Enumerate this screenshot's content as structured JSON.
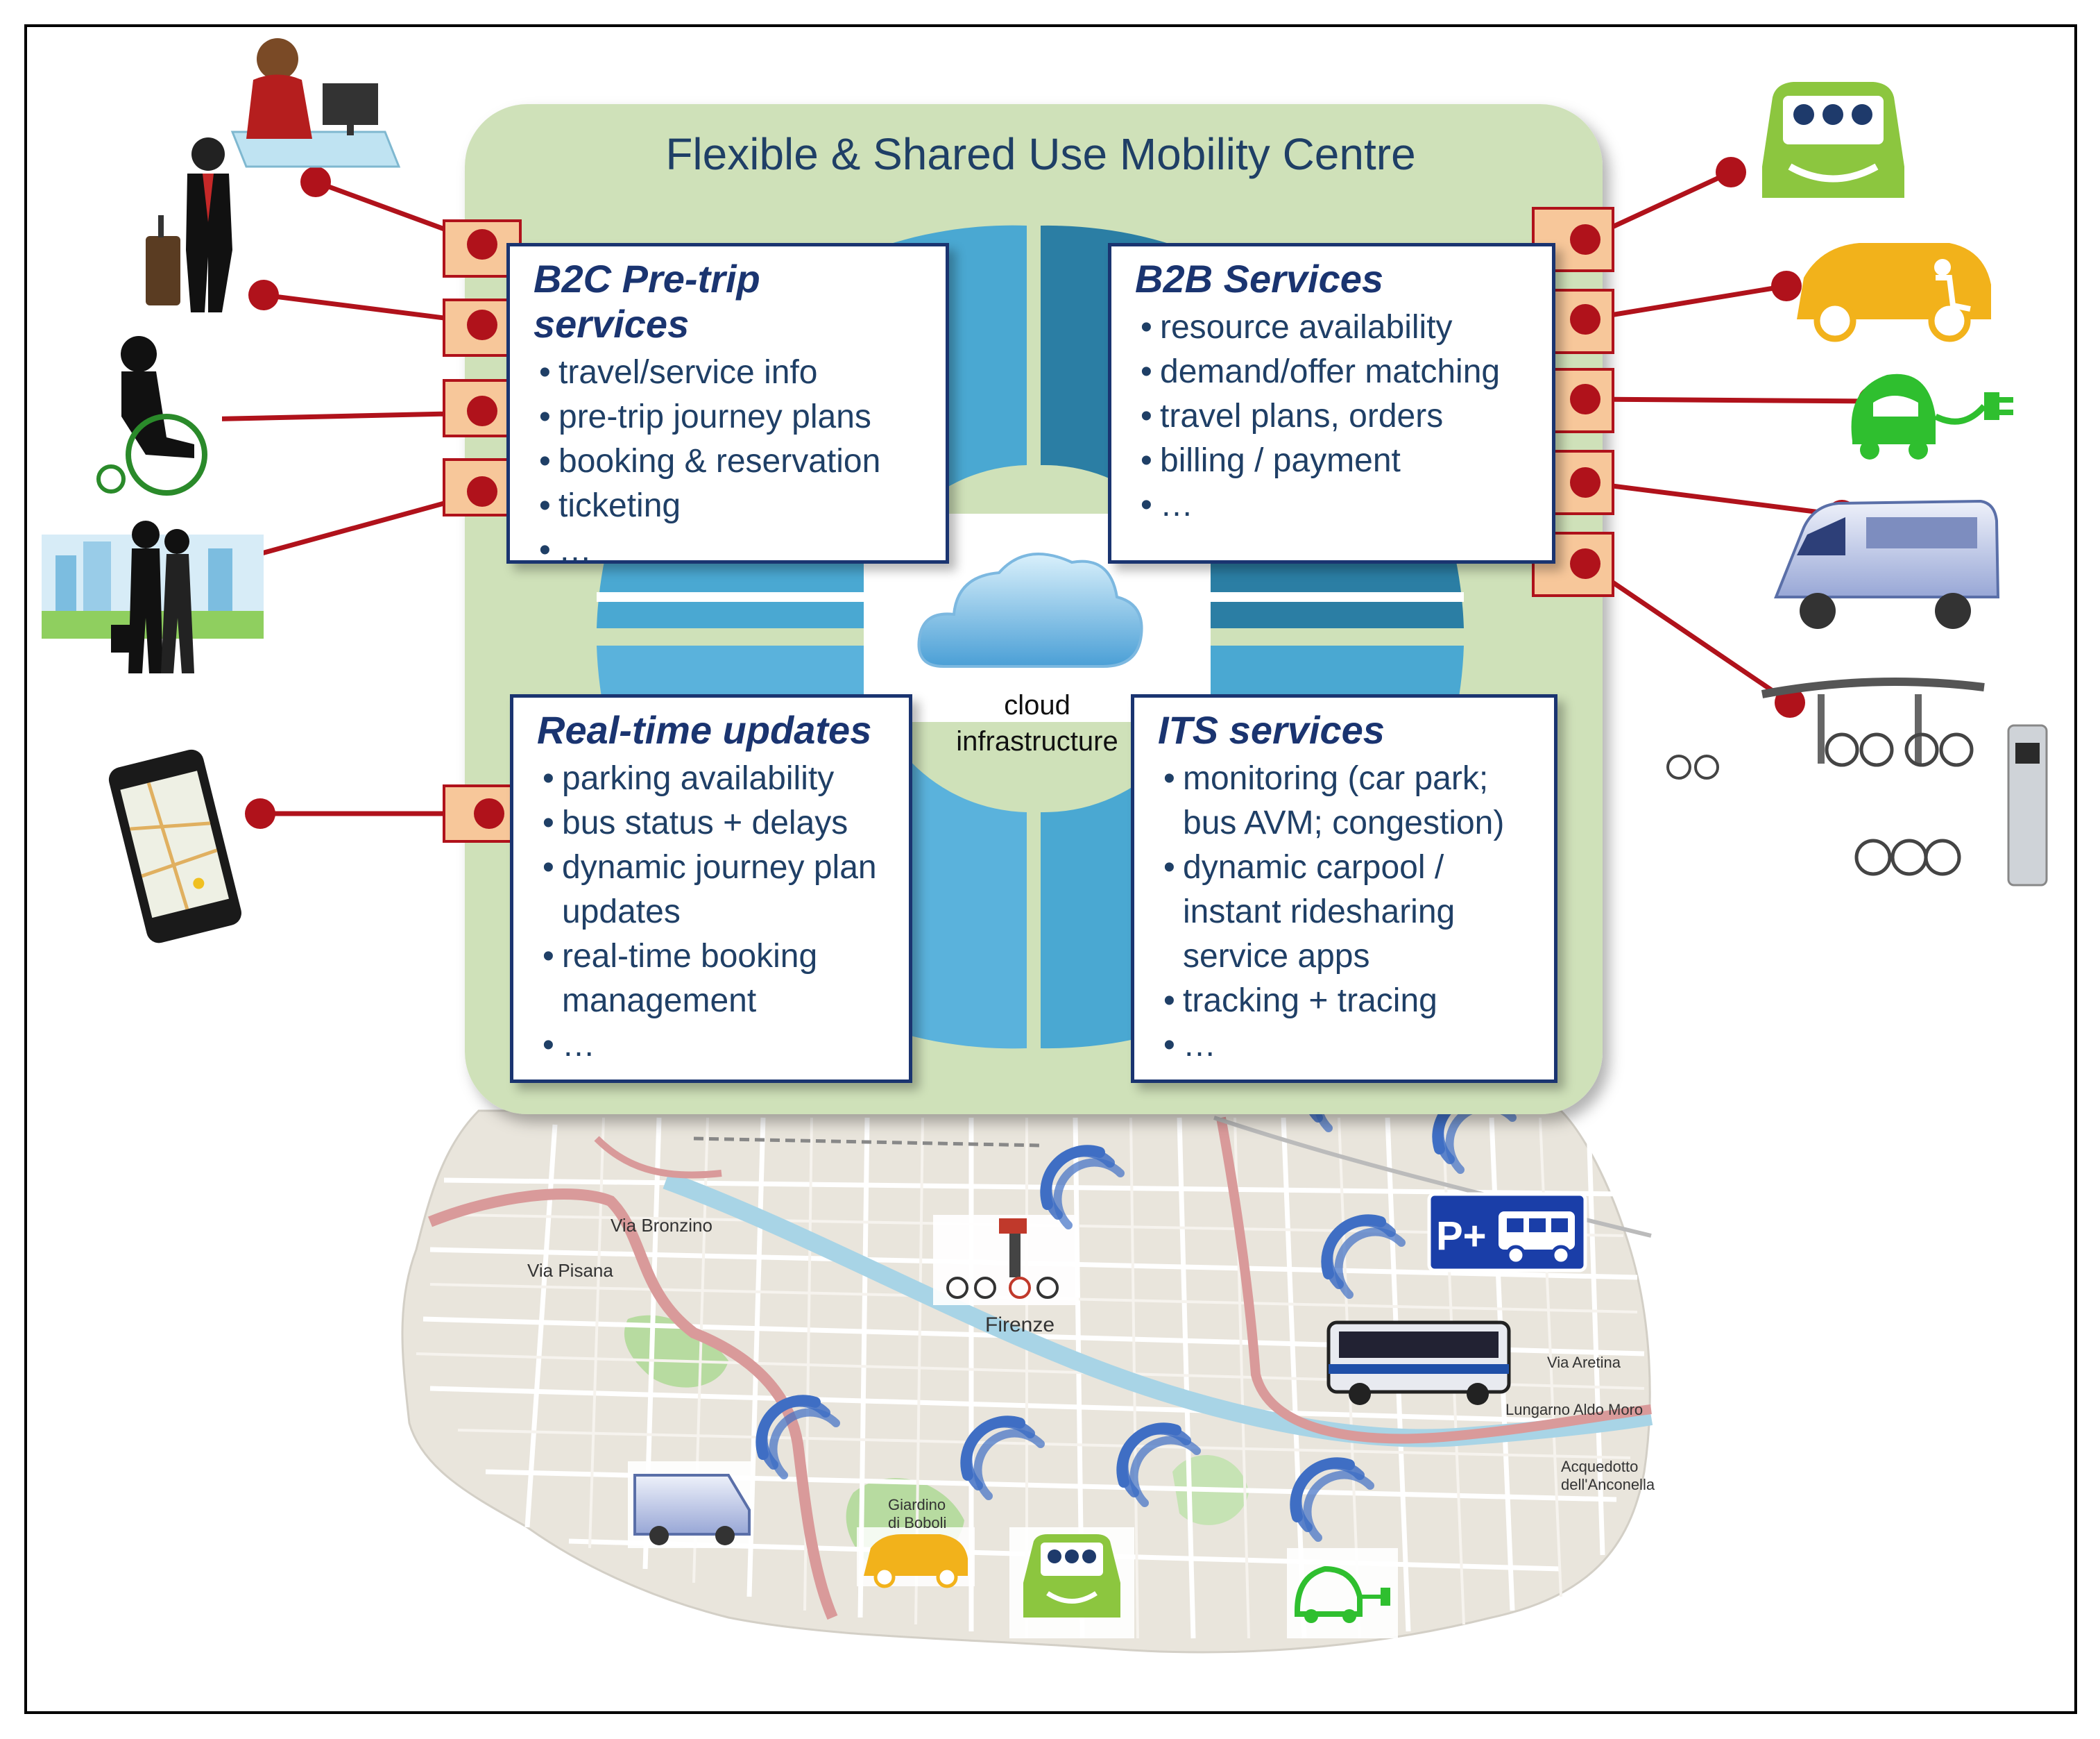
{
  "title": "Flexible & Shared Use Mobility Centre",
  "center": {
    "label_line1": "cloud",
    "label_line2": "infrastructure"
  },
  "panels": {
    "b2c": {
      "heading": "B2C Pre-trip  services",
      "items": [
        "travel/service info",
        "pre-trip journey plans",
        "booking & reservation",
        "ticketing",
        "…"
      ]
    },
    "b2b": {
      "heading": "B2B Services",
      "items": [
        "resource availability",
        "demand/offer matching",
        "travel plans, orders",
        "billing / payment",
        " …"
      ]
    },
    "realtime": {
      "heading": "Real-time  updates",
      "items": [
        "parking availability",
        "bus status + delays",
        "dynamic journey plan updates",
        "real-time booking management",
        "…"
      ]
    },
    "its": {
      "heading": "ITS services",
      "items": [
        "monitoring (car park; bus AVM; congestion)",
        "dynamic  carpool / instant ridesharing service apps",
        "tracking + tracing",
        " …"
      ]
    }
  },
  "map_labels": {
    "city": "Firenze",
    "via_pisana": "Via Pisana",
    "via_bronzino": "Via Bronzino",
    "giardino": "Giardino di Boboli",
    "acquedotto": "Acquedotto dell'Anconella",
    "lungarno": "Lungarno Aldo Moro",
    "via_aretina": "Via Aretina"
  },
  "parking_sign": "P+",
  "colors": {
    "frame_green": "#cfe1b9",
    "panel_border": "#1a3470",
    "title_text": "#1f3f66",
    "connector_red": "#b0121b",
    "port_orange": "#f7c79a",
    "cloud_blue": "#4fa8d8",
    "wifi_blue": "#3f6fc4",
    "sharing_green": "#8cc63f",
    "taxi_yellow": "#f2b21b",
    "ev_green": "#2fbf2f"
  }
}
